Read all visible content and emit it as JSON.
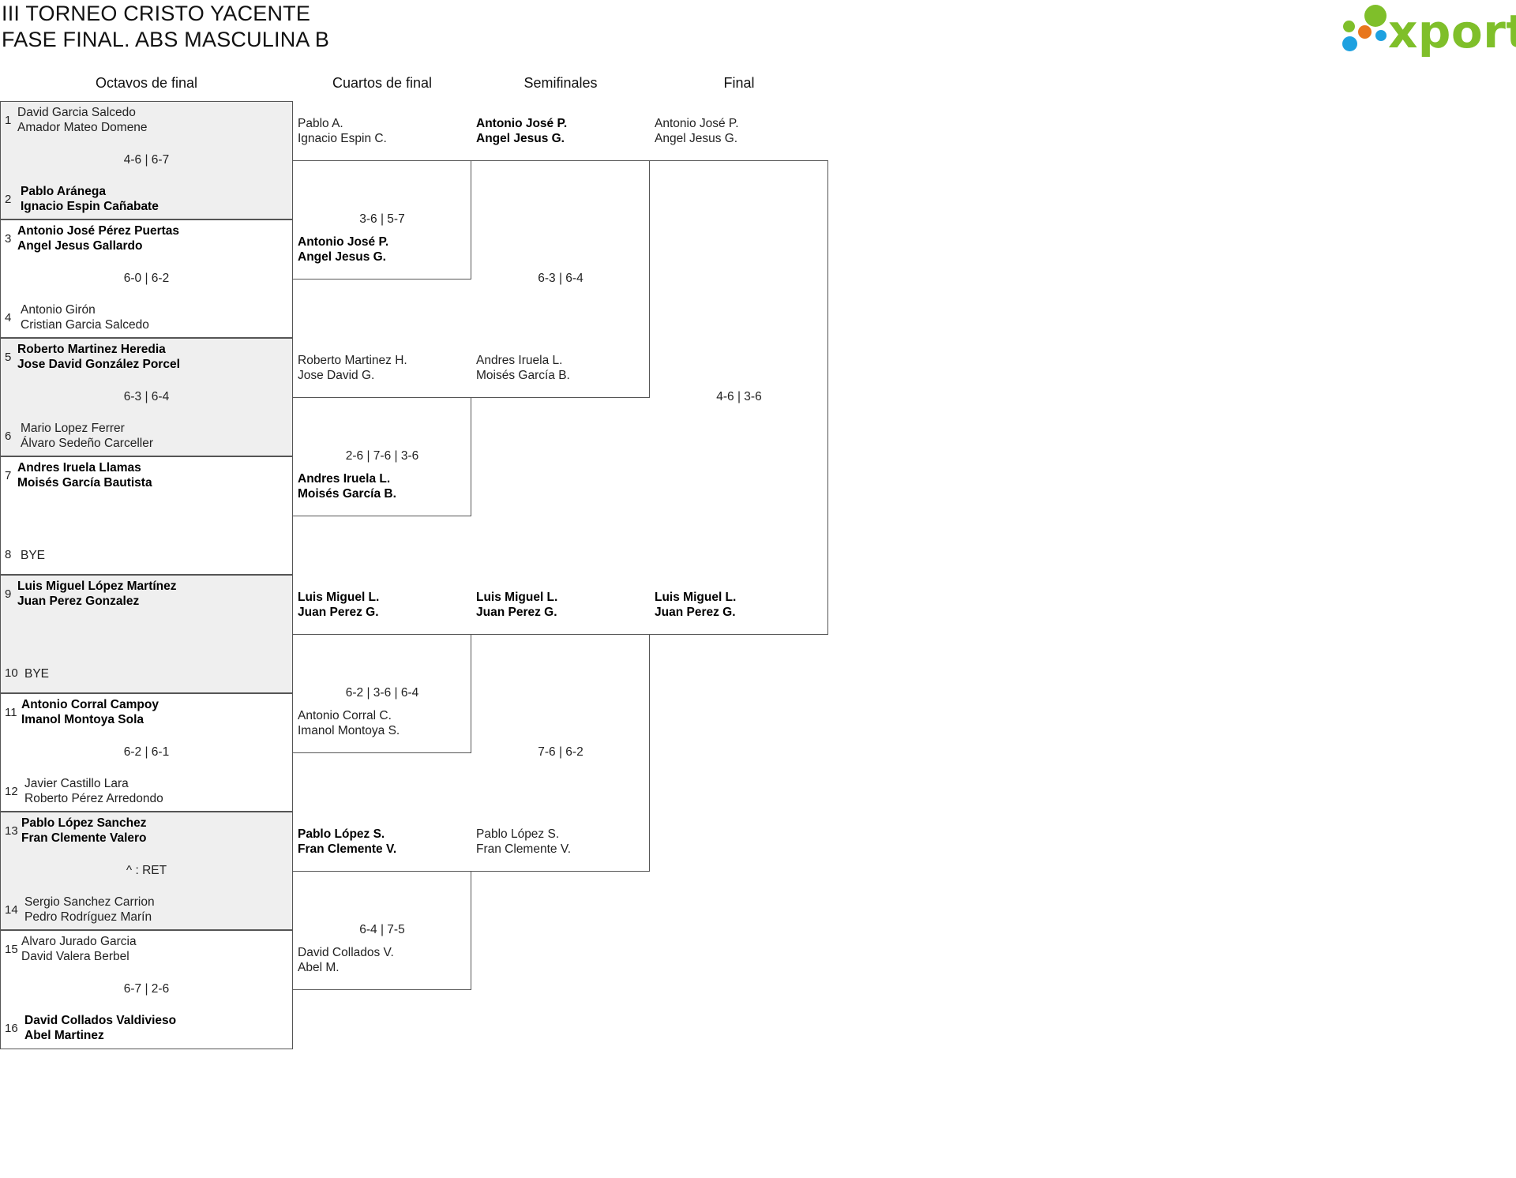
{
  "title": {
    "line1": "III TORNEO CRISTO YACENTE",
    "line2": "FASE FINAL. ABS MASCULINA B"
  },
  "logo": {
    "text": "xporty",
    "colors": [
      "#7fbf2a",
      "#e8761c",
      "#1ea1e0"
    ]
  },
  "rounds": [
    "Octavos de final",
    "Cuartos de final",
    "Semifinales",
    "Final"
  ],
  "round1": [
    {
      "seed_top": "1",
      "top": [
        "David Garcia Salcedo",
        "Amador Mateo Domene"
      ],
      "top_win": false,
      "seed_bottom": "2",
      "bottom": [
        "Pablo Aránega",
        "Ignacio Espin Cañabate"
      ],
      "bottom_win": true,
      "score": "4-6 | 6-7"
    },
    {
      "seed_top": "3",
      "top": [
        "Antonio José Pérez Puertas",
        "Angel Jesus Gallardo"
      ],
      "top_win": true,
      "seed_bottom": "4",
      "bottom": [
        "Antonio Girón",
        "Cristian Garcia Salcedo"
      ],
      "bottom_win": false,
      "score": "6-0 | 6-2"
    },
    {
      "seed_top": "5",
      "top": [
        "Roberto Martinez Heredia",
        "Jose David González Porcel"
      ],
      "top_win": true,
      "seed_bottom": "6",
      "bottom": [
        "Mario Lopez Ferrer",
        "Álvaro Sedeño Carceller"
      ],
      "bottom_win": false,
      "score": "6-3 | 6-4"
    },
    {
      "seed_top": "7",
      "top": [
        "Andres Iruela Llamas",
        "Moisés García Bautista"
      ],
      "top_win": true,
      "seed_bottom": "8",
      "bottom": [
        "BYE",
        ""
      ],
      "bottom_win": false,
      "score": ""
    },
    {
      "seed_top": "9",
      "top": [
        "Luis Miguel López Martínez",
        "Juan Perez Gonzalez"
      ],
      "top_win": true,
      "seed_bottom": "10",
      "bottom": [
        "BYE",
        ""
      ],
      "bottom_win": false,
      "score": ""
    },
    {
      "seed_top": "11",
      "top": [
        "Antonio Corral Campoy",
        "Imanol Montoya Sola"
      ],
      "top_win": true,
      "seed_bottom": "12",
      "bottom": [
        "Javier Castillo Lara",
        "Roberto Pérez Arredondo"
      ],
      "bottom_win": false,
      "score": "6-2 | 6-1"
    },
    {
      "seed_top": "13",
      "top": [
        "Pablo López Sanchez",
        "Fran Clemente Valero"
      ],
      "top_win": true,
      "seed_bottom": "14",
      "bottom": [
        "Sergio Sanchez Carrion",
        "Pedro Rodríguez Marín"
      ],
      "bottom_win": false,
      "score": "^ : RET"
    },
    {
      "seed_top": "15",
      "top": [
        "Alvaro Jurado Garcia",
        "David Valera Berbel"
      ],
      "top_win": false,
      "seed_bottom": "16",
      "bottom": [
        "David Collados Valdivieso",
        "Abel Martinez"
      ],
      "bottom_win": true,
      "score": "6-7 | 2-6"
    }
  ],
  "round2": [
    {
      "top": [
        "Pablo A.",
        "Ignacio Espin C."
      ],
      "top_win": false,
      "bottom": [
        "Antonio José P.",
        "Angel Jesus G."
      ],
      "bottom_win": true,
      "score": "3-6 | 5-7"
    },
    {
      "top": [
        "Roberto Martinez H.",
        "Jose David G."
      ],
      "top_win": false,
      "bottom": [
        "Andres Iruela L.",
        "Moisés García B."
      ],
      "bottom_win": true,
      "score": "2-6 | 7-6 | 3-6"
    },
    {
      "top": [
        "Luis Miguel L.",
        "Juan Perez G."
      ],
      "top_win": true,
      "bottom": [
        "Antonio Corral C.",
        "Imanol Montoya S."
      ],
      "bottom_win": false,
      "score": "6-2 | 3-6 | 6-4"
    },
    {
      "top": [
        "Pablo López S.",
        "Fran Clemente V."
      ],
      "top_win": true,
      "bottom": [
        "David Collados V.",
        "Abel M."
      ],
      "bottom_win": false,
      "score": "6-4 | 7-5"
    }
  ],
  "round3": [
    {
      "top": [
        "Antonio José P.",
        "Angel Jesus G."
      ],
      "top_win": true,
      "bottom": [
        "Andres Iruela L.",
        "Moisés García B."
      ],
      "bottom_win": false,
      "score": "6-3 | 6-4"
    },
    {
      "top": [
        "Luis Miguel L.",
        "Juan Perez G."
      ],
      "top_win": true,
      "bottom": [
        "Pablo López S.",
        "Fran Clemente V."
      ],
      "bottom_win": false,
      "score": "7-6 | 6-2"
    }
  ],
  "round4": [
    {
      "top": [
        "Antonio José P.",
        "Angel Jesus G."
      ],
      "top_win": false,
      "bottom": [
        "Luis Miguel L.",
        "Juan Perez G."
      ],
      "bottom_win": true,
      "score": "4-6 | 3-6"
    }
  ]
}
